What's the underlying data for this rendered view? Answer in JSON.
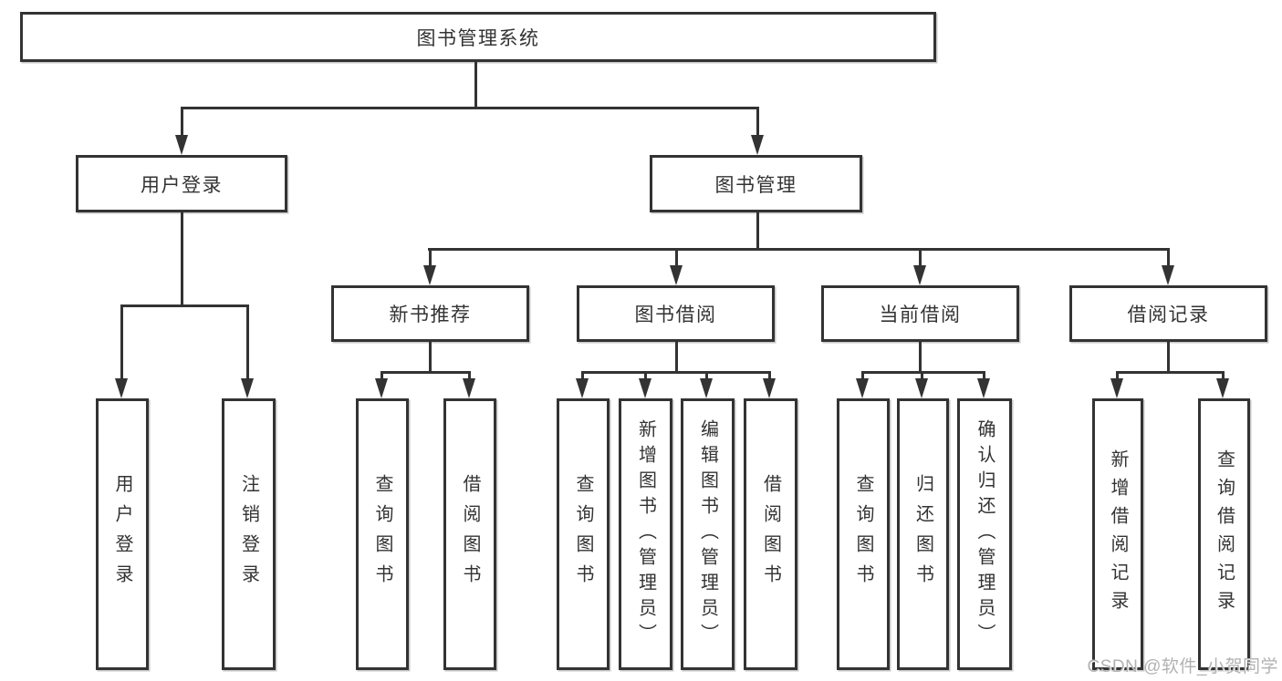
{
  "diagram_title": "图书管理系统",
  "tree": {
    "label": "图书管理系统",
    "children": [
      {
        "label": "用户登录",
        "children": [
          {
            "label": "用户登录"
          },
          {
            "label": "注销登录"
          }
        ]
      },
      {
        "label": "图书管理",
        "children": [
          {
            "label": "新书推荐",
            "children": [
              {
                "label": "查询图书"
              },
              {
                "label": "借阅图书"
              }
            ]
          },
          {
            "label": "图书借阅",
            "children": [
              {
                "label": "查询图书"
              },
              {
                "label": "新增图书（管理员）"
              },
              {
                "label": "编辑图书（管理员）"
              },
              {
                "label": "借阅图书"
              }
            ]
          },
          {
            "label": "当前借阅",
            "children": [
              {
                "label": "查询图书"
              },
              {
                "label": "归还图书"
              },
              {
                "label": "确认归还（管理员）"
              }
            ]
          },
          {
            "label": "借阅记录",
            "children": [
              {
                "label": "新增借阅记录"
              },
              {
                "label": "查询借阅记录"
              }
            ]
          }
        ]
      }
    ]
  },
  "watermark": {
    "text": "CSDN @软件_小贺同学"
  },
  "colors": {
    "line": "#333333",
    "text": "#333333",
    "background": "#ffffff",
    "watermark": "#b2b2b2"
  }
}
